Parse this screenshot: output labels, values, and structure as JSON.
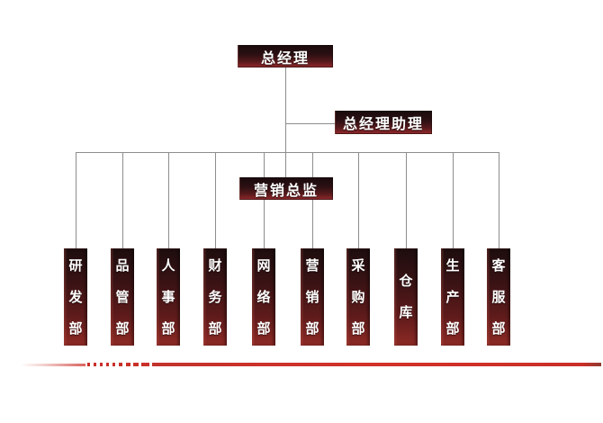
{
  "org": {
    "root": {
      "label": "总经理"
    },
    "assistant": {
      "label": "总经理助理"
    },
    "director": {
      "label": "营销总监"
    },
    "departments": [
      {
        "label": "研发部"
      },
      {
        "label": "品管部"
      },
      {
        "label": "人事部"
      },
      {
        "label": "财务部"
      },
      {
        "label": "网络部"
      },
      {
        "label": "营销部"
      },
      {
        "label": "采购部"
      },
      {
        "label": "仓库"
      },
      {
        "label": "生产部"
      },
      {
        "label": "客服部"
      }
    ]
  },
  "colors": {
    "node_gradient_top": "#190b0d",
    "node_gradient_bottom": "#95292c",
    "node_text": "#ffffff",
    "connector_gray": "#8d8d8d",
    "accent_red": "#cc2f28",
    "background": "#ffffff"
  }
}
